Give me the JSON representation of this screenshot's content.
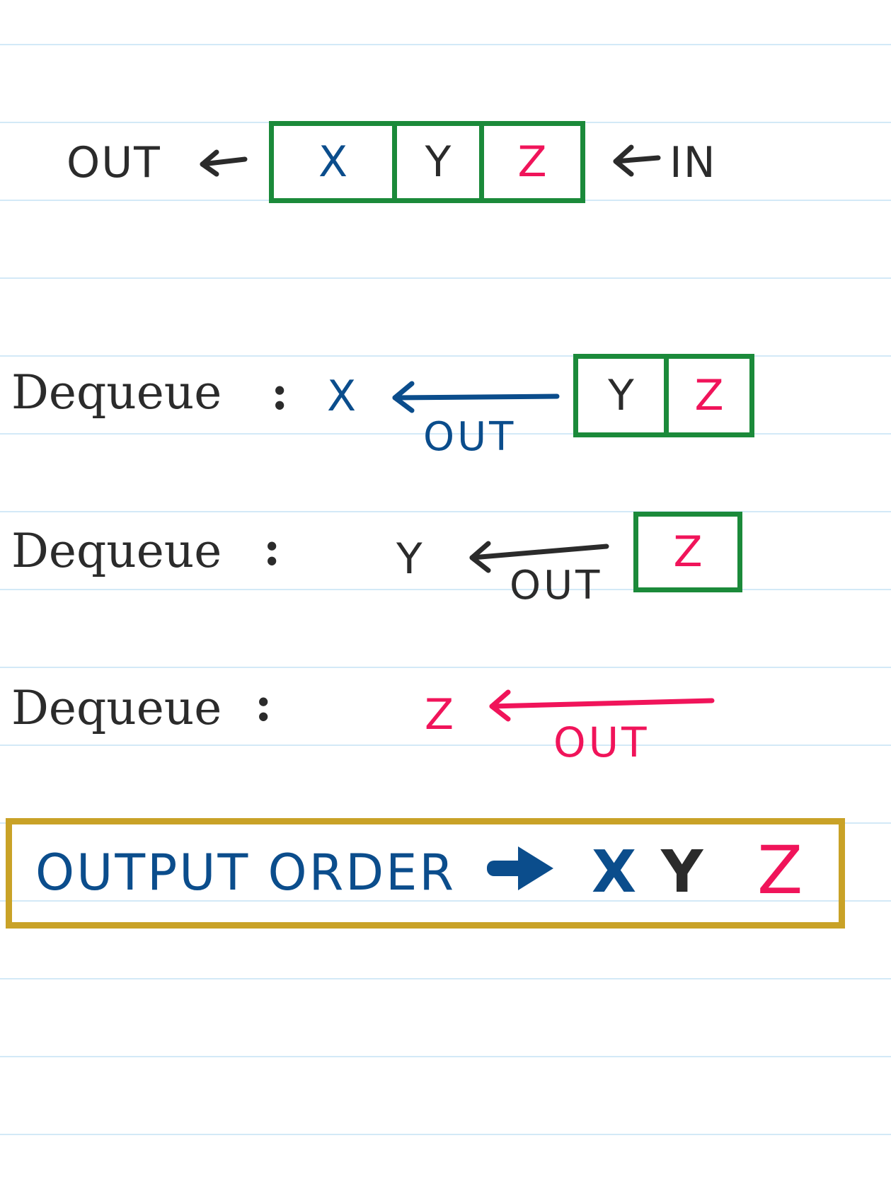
{
  "colors": {
    "ink": "#2b2b2b",
    "blue": "#0b4d8c",
    "pink": "#f0145a",
    "green": "#1b8a3a",
    "gold": "#c9a227",
    "rule": "#d3e9f7"
  },
  "queue": {
    "out_label": "OUT",
    "in_label": "IN",
    "cells": [
      "X",
      "Y",
      "Z"
    ]
  },
  "step1": {
    "label": "Dequeue",
    "colon": ":",
    "removed": "X",
    "out_label": "OUT",
    "cells": [
      "Y",
      "Z"
    ]
  },
  "step2": {
    "label": "Dequeue",
    "colon": ":",
    "removed": "Y",
    "out_label": "OUT",
    "cells": [
      "Z"
    ]
  },
  "step3": {
    "label": "Dequeue",
    "colon": ":",
    "removed": "Z",
    "out_label": "OUT"
  },
  "result": {
    "label": "OUTPUT ORDER",
    "items": [
      "X",
      "Y",
      "Z"
    ]
  }
}
